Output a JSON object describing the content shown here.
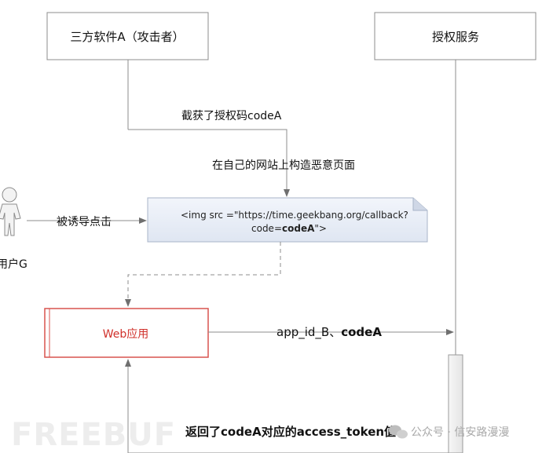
{
  "actors": {
    "third_party": "三方软件A（攻击者）",
    "auth_service": "授权服务",
    "user": "用户G",
    "web_app": "Web应用"
  },
  "messages": {
    "intercept": "截获了授权码codeA",
    "construct_page": "在自己的网站上构造恶意页面",
    "lured_click": "被诱导点击",
    "send_code_prefix": "app_id_B、",
    "send_code_bold": "codeA",
    "return_token": "返回了codeA对应的access_token值"
  },
  "malicious_note": {
    "line1": "<img src =\"https://time.geekbang.org/callback?",
    "line2_prefix": "code=",
    "line2_bold": "codeA",
    "line2_suffix": "\">"
  },
  "watermarks": {
    "freebuf": "FREEBUF",
    "wechat": "公众号 · 信安路漫漫"
  },
  "colors": {
    "line": "#8c8c8c",
    "web_app_border": "#d9534f",
    "web_app_text": "#d0302a",
    "note_fill": "#e9eef7",
    "note_border": "#a8b4c8"
  }
}
